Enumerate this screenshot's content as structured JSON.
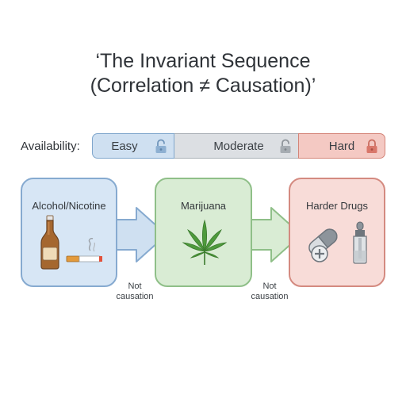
{
  "title": {
    "line1": "‘The Invariant Sequence",
    "line2": "(Correlation ≠ Causation)’"
  },
  "availability": {
    "label": "Availability:",
    "levels": [
      {
        "label": "Easy",
        "lock": "unlocked",
        "color": "#cfe0f1"
      },
      {
        "label": "Moderate",
        "lock": "unlocked",
        "color": "#dcdfe3"
      },
      {
        "label": "Hard",
        "lock": "locked",
        "color": "#f4c9c3"
      }
    ]
  },
  "stages": [
    {
      "label": "Alcohol/Nicotine",
      "icons": [
        "beer-bottle-icon",
        "cigarette-icon"
      ],
      "color": "#d7e6f5"
    },
    {
      "label": "Marijuana",
      "icons": [
        "cannabis-leaf-icon"
      ],
      "color": "#d9ecd4"
    },
    {
      "label": "Harder Drugs",
      "icons": [
        "pill-capsule-icon",
        "dropper-bottle-icon"
      ],
      "color": "#f8dcd8"
    }
  ],
  "arrow_notes": [
    {
      "line1": "Not",
      "line2": "causation"
    },
    {
      "line1": "Not",
      "line2": "causation"
    }
  ]
}
